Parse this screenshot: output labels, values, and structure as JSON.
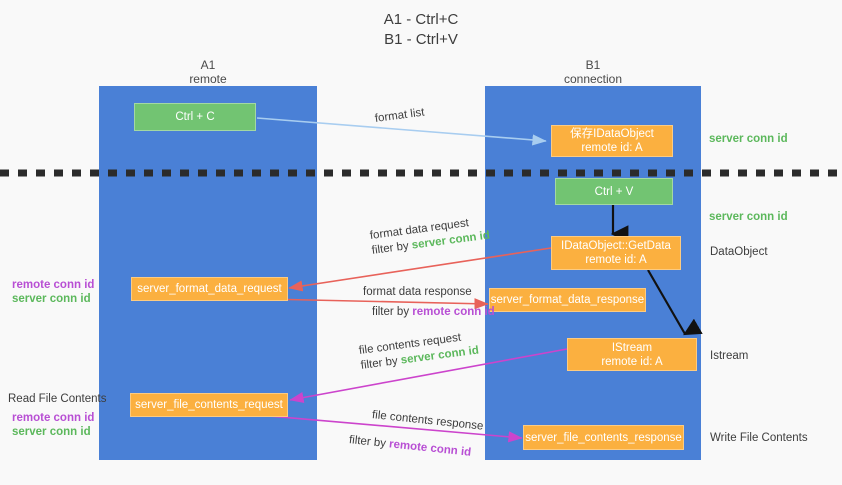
{
  "title": {
    "line1": "A1 - Ctrl+C",
    "line2": "B1 - Ctrl+V"
  },
  "colors": {
    "lane": "#4a80d6",
    "node_green": "#72c472",
    "node_orange": "#fbb040",
    "server_conn_id": "#5cb85c",
    "remote_conn_id": "#b84fd4",
    "arrow_blue": "#a8cdf0",
    "arrow_red": "#e8625a",
    "arrow_magenta": "#cc44cc",
    "arrow_black": "#111111",
    "background": "#f9f9f9"
  },
  "columns": [
    {
      "name": "A1",
      "sub": "remote"
    },
    {
      "name": "B1",
      "sub": "connection"
    }
  ],
  "nodes": {
    "ctrl_c": {
      "line1": "Ctrl + C",
      "line2": ""
    },
    "save_idataobject": {
      "line1": "保存IDataObject",
      "line2": "remote id: A"
    },
    "ctrl_v": {
      "line1": "Ctrl + V",
      "line2": ""
    },
    "idataobject_getdata": {
      "line1": "IDataObject::GetData",
      "line2": "remote id: A"
    },
    "format_data_request": {
      "line1": "server_format_data_request",
      "line2": ""
    },
    "format_data_response": {
      "line1": "server_format_data_response",
      "line2": ""
    },
    "istream": {
      "line1": "IStream",
      "line2": "remote id: A"
    },
    "file_contents_request": {
      "line1": "server_file_contents_request",
      "line2": ""
    },
    "file_contents_response": {
      "line1": "server_file_contents_response",
      "line2": ""
    }
  },
  "edge_labels": {
    "format_list": "format list",
    "fmt_req_l1": "format data request",
    "fmt_req_l2_prefix": "filter by ",
    "fmt_req_l2_token": "server conn id",
    "fmt_res_l1": "format data response",
    "fmt_res_l2_prefix": "filter by ",
    "fmt_res_l2_token": "remote conn id",
    "file_req_l1": "file contents request",
    "file_req_l2_prefix": "filter by ",
    "file_req_l2_token": "server conn id",
    "file_res_l1": "file contents response",
    "file_res_l2_prefix": "filter by ",
    "file_res_l2_token": "remote conn id"
  },
  "side_labels": {
    "right_server_conn_1": "server conn id",
    "right_server_conn_2": "server conn id",
    "right_dataobject": "DataObject",
    "right_istream": "Istream",
    "right_write_file": "Write File Contents",
    "left_remote_conn_1": "remote conn id",
    "left_server_conn_1": "server conn id",
    "left_read_file": "Read File Contents",
    "left_remote_conn_2": "remote conn id",
    "left_server_conn_2": "server conn id"
  }
}
